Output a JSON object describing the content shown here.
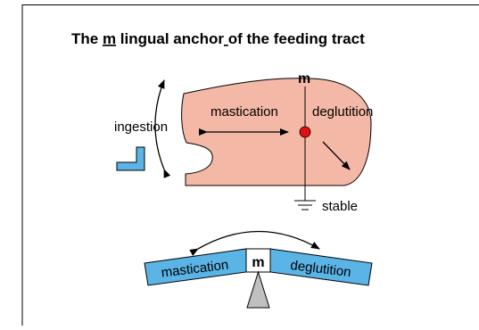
{
  "diagram": {
    "title_prefix": "The ",
    "title_m": "m",
    "title_middle": " lingual anchor",
    "title_sep": " ",
    "title_suffix": "of the feeding tract",
    "labels": {
      "m_top": "m",
      "ingestion": "ingestion",
      "mastication": "mastication",
      "deglutition": "deglutition",
      "stable": "stable"
    },
    "balance": {
      "left": "mastication",
      "center": "m",
      "right": "deglutition"
    },
    "colors": {
      "tongue_fill": "#f4b8a6",
      "anchor_point": "#e01010",
      "bar_fill": "#5ab4e6",
      "fulcrum_fill": "#c0c0c0",
      "bracket_fill": "#5ab4e6"
    }
  }
}
